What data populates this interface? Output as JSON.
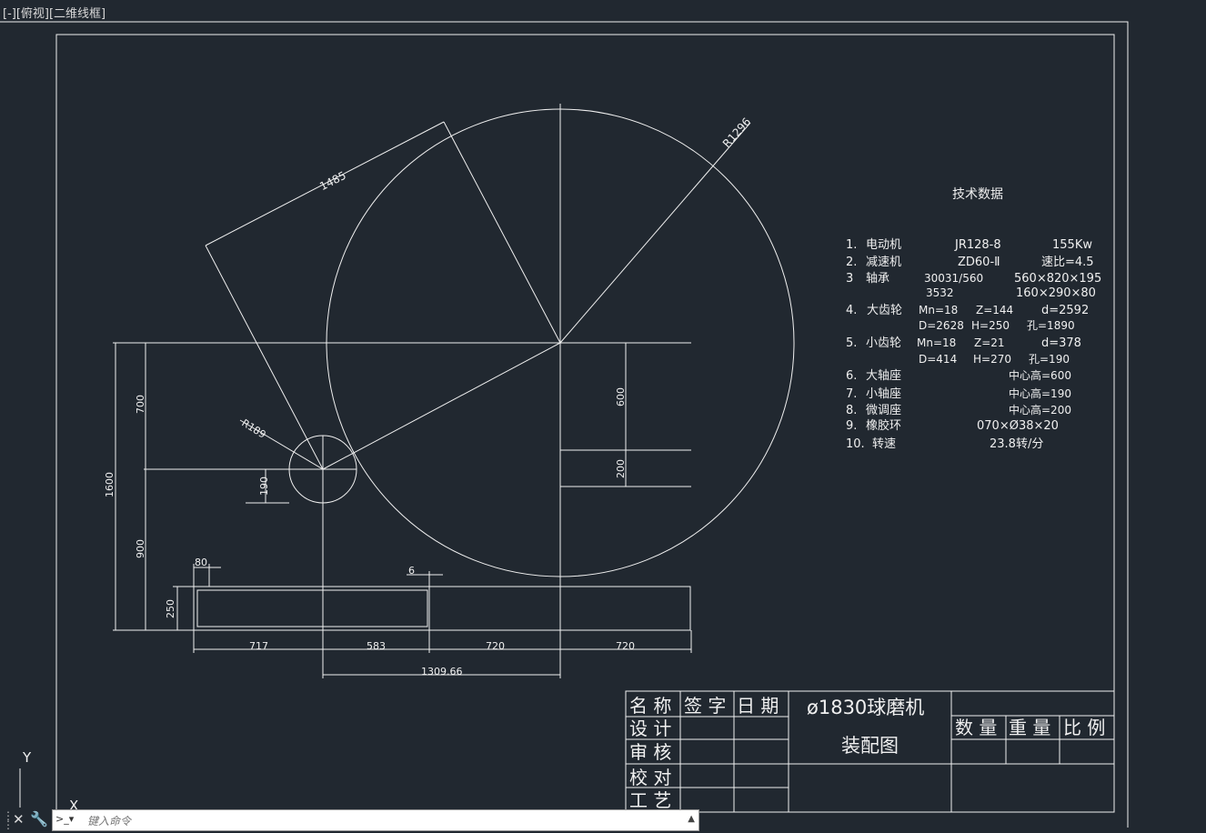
{
  "viewport": {
    "label": "[-][俯视][二维线框]"
  },
  "ucs": {
    "y_label": "Y",
    "x_label": "X"
  },
  "dimensions": {
    "d1485": "1485",
    "r1296": "R1296",
    "r189": "R189",
    "d700": "700",
    "d1600": "1600",
    "d900": "900",
    "d250": "250",
    "d190": "190",
    "d600": "600",
    "d200": "200",
    "d80": "80",
    "d6": "6",
    "d717": "717",
    "d583": "583",
    "d720a": "720",
    "d720b": "720",
    "d130966": "1309.66"
  },
  "tech_data": {
    "title": "技术数据",
    "rows": [
      {
        "num": "1.",
        "name": "电动机",
        "c1": "JR128-8",
        "c2": "155Kw"
      },
      {
        "num": "2.",
        "name": "减速机",
        "c1": "ZD60-Ⅱ",
        "c2": "速比=4.5"
      },
      {
        "num": "3",
        "name": "轴承",
        "c1": "30031/560",
        "c2": "560×820×195"
      },
      {
        "num": "",
        "name": "",
        "c1": "3532",
        "c2": "160×290×80"
      },
      {
        "num": "4.",
        "name": "大齿轮",
        "c1": "Mn=18",
        "c2": "Z=144",
        "c3": "d=2592"
      },
      {
        "num": "",
        "name": "",
        "c1": "D=2628",
        "c2": "H=250",
        "c3": "孔=1890"
      },
      {
        "num": "5.",
        "name": "小齿轮",
        "c1": "Mn=18",
        "c2": "Z=21",
        "c3": "d=378"
      },
      {
        "num": "",
        "name": "",
        "c1": "D=414",
        "c2": "H=270",
        "c3": "孔=190"
      },
      {
        "num": "6.",
        "name": "大轴座",
        "c1": "中心高=600"
      },
      {
        "num": "7.",
        "name": "小轴座",
        "c1": "中心高=190"
      },
      {
        "num": "8.",
        "name": "微调座",
        "c1": "中心高=200"
      },
      {
        "num": "9.",
        "name": "橡胶环",
        "c1": "070×Ø38×20"
      },
      {
        "num": "10.",
        "name": "转速",
        "c1": "23.8转/分"
      }
    ]
  },
  "title_block": {
    "name": "名 称",
    "sign": "签 字",
    "date": "日 期",
    "design": "设 计",
    "review": "审 核",
    "proof": "校 对",
    "process": "工 艺",
    "drawing_title": "ø1830球磨机",
    "drawing_subtitle": "装配图",
    "qty": "数 量",
    "weight": "重 量",
    "scale": "比 例"
  },
  "command_line": {
    "placeholder": "键入命令"
  }
}
